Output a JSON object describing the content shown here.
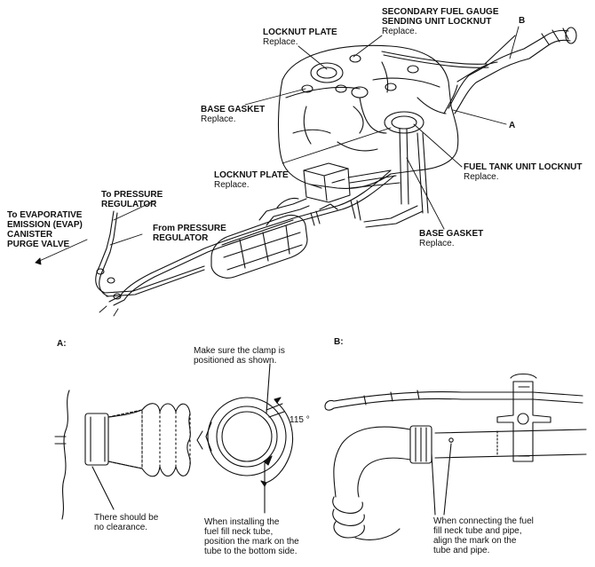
{
  "callouts": {
    "locknut_plate_top": {
      "title": "LOCKNUT PLATE",
      "sub": "Replace."
    },
    "secondary_locknut": {
      "title1": "SECONDARY FUEL GAUGE",
      "title2": "SENDING UNIT LOCKNUT",
      "sub": "Replace."
    },
    "label_b_top": "B",
    "base_gasket_left": {
      "title": "BASE GASKET",
      "sub": "Replace."
    },
    "label_a_top": "A",
    "locknut_plate_mid": {
      "title": "LOCKNUT PLATE",
      "sub": "Replace."
    },
    "fuel_tank_unit_locknut": {
      "title": "FUEL TANK UNIT LOCKNUT",
      "sub": "Replace."
    },
    "to_pressure_regulator": {
      "line1": "To PRESSURE",
      "line2": "REGULATOR"
    },
    "to_evap": {
      "line1": "To EVAPORATIVE",
      "line2": "EMISSION (EVAP)",
      "line3": "CANISTER",
      "line4": "PURGE VALVE"
    },
    "from_pressure_regulator": {
      "line1": "From PRESSURE",
      "line2": "REGULATOR"
    },
    "base_gasket_right": {
      "title": "BASE GASKET",
      "sub": "Replace."
    }
  },
  "detail_a": {
    "heading": "A:",
    "clamp_note": {
      "line1": "Make sure the clamp is",
      "line2": "positioned as shown."
    },
    "angle": "115 °",
    "clearance_note": {
      "line1": "There should be",
      "line2": "no clearance."
    },
    "install_note": {
      "line1": "When installing the",
      "line2": "fuel fill neck tube,",
      "line3": "position the mark on the",
      "line4": "tube to the bottom side."
    }
  },
  "detail_b": {
    "heading": "B:",
    "connect_note": {
      "line1": "When connecting the fuel",
      "line2": "fill neck tube and pipe,",
      "line3": "align the mark on the",
      "line4": "tube and pipe."
    }
  }
}
